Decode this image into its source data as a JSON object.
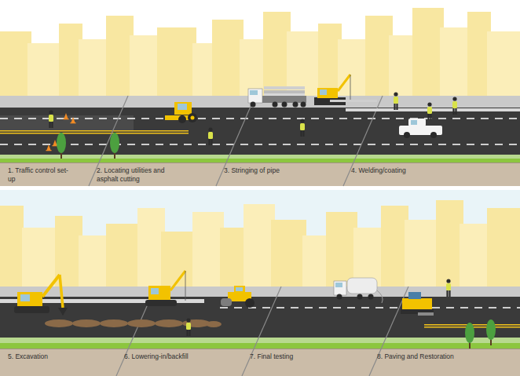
{
  "diagram": {
    "nodes": [
      {
        "text": [
          "1. Traffic control set-up"
        ]
      },
      {
        "text": [
          "2. Locating utilities and asphalt cutting"
        ]
      },
      {
        "text": [
          "3. Stringing of pipe"
        ]
      },
      {
        "text": [
          "4. Welding/coating"
        ]
      },
      {
        "text": [
          "5. Excavation"
        ]
      },
      {
        "text": [
          "6. Lowering-in/backfill"
        ]
      },
      {
        "text": [
          "7. Final testing"
        ]
      },
      {
        "text": [
          "8. Paving and Restoration"
        ]
      }
    ]
  }
}
